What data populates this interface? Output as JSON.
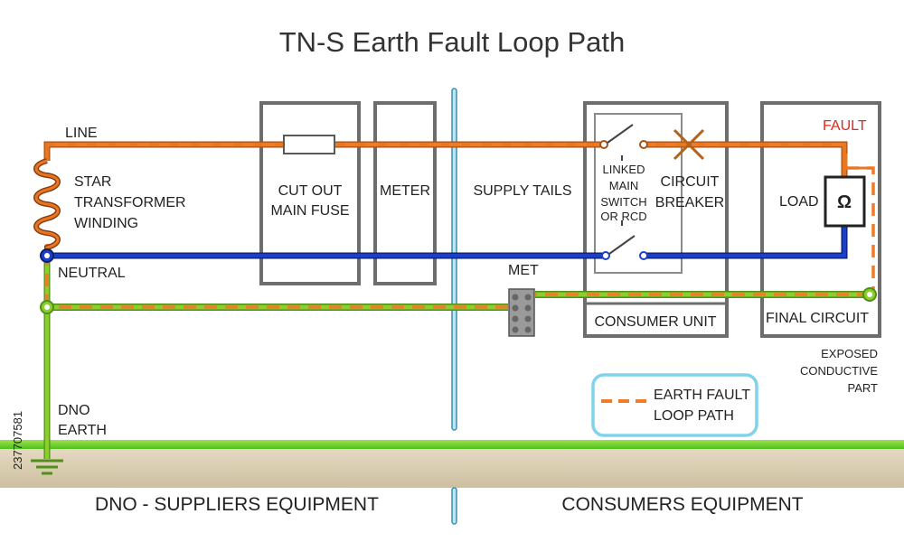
{
  "title": "TN-S Earth Fault Loop Path",
  "labels": {
    "line": "LINE",
    "neutral": "NEUTRAL",
    "star_transformer": [
      "STAR",
      "TRANSFORMER",
      "WINDING"
    ],
    "dno_earth": [
      "DNO",
      "EARTH"
    ],
    "cut_out": [
      "CUT OUT",
      "MAIN FUSE"
    ],
    "meter": "METER",
    "supply_tails": "SUPPLY TAILS",
    "linked_main_switch": [
      "LINKED",
      "MAIN",
      "SWITCH",
      "OR RCD"
    ],
    "circuit_breaker": [
      "CIRCUIT",
      "BREAKER"
    ],
    "consumer_unit": "CONSUMER UNIT",
    "load": "LOAD",
    "load_symbol": "Ω",
    "fault": "FAULT",
    "final_circuit": "FINAL CIRCUIT",
    "exposed_conductive_part": [
      "EXPOSED",
      "CONDUCTIVE",
      "PART"
    ],
    "met": "MET",
    "legend": [
      "EARTH FAULT",
      "LOOP PATH"
    ],
    "dno_suppliers_equipment": "DNO - SUPPLIERS EQUIPMENT",
    "consumers_equipment": "CONSUMERS EQUIPMENT"
  },
  "watermark_id": "237707581",
  "colors": {
    "line": "#e87722",
    "neutral": "#1b3fc9",
    "earth": "#8ccf2a",
    "fault_path": "#f07c2a",
    "ground": "#d9ccb0",
    "ground_edge": "#6fd12a",
    "legend_border": "#7fd3ec",
    "box": "#6d6d6d",
    "fault_text": "#e3261b"
  }
}
